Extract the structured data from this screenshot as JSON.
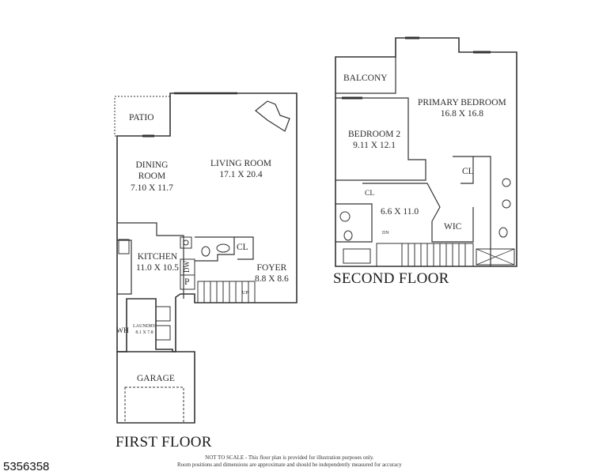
{
  "first_floor": {
    "title": "FIRST FLOOR",
    "rooms": {
      "patio": "PATIO",
      "dining_name": "DINING",
      "dining_name2": "ROOM",
      "dining_dims": "7.10 X 11.7",
      "living_name": "LIVING ROOM",
      "living_dims": "17.1 X 20.4",
      "kitchen_name": "KITCHEN",
      "kitchen_dims": "11.0 X 10.5",
      "dw": "DW",
      "pantry": "P",
      "closet": "CL",
      "foyer_name": "FOYER",
      "foyer_dims": "8.8 X 8.6",
      "laundry_name": "LAUNDRY",
      "laundry_dims": "8.1 X 7.8",
      "water_heater": "WH",
      "garage": "GARAGE",
      "stair_mark": "UP"
    }
  },
  "second_floor": {
    "title": "SECOND FLOOR",
    "rooms": {
      "balcony": "BALCONY",
      "primary_name": "PRIMARY BEDROOM",
      "primary_dims": "16.8 X 16.8",
      "bedroom2_name": "BEDROOM 2",
      "bedroom2_dims": "9.11 X 12.1",
      "closet_a": "CL",
      "closet_b": "CL",
      "loft_dims": "6.6 X 11.0",
      "wic": "WIC",
      "stair_mark": "DN"
    }
  },
  "footer": {
    "note_line1": "NOT TO SCALE - This floor plan is provided for illustration purposes only.",
    "note_line2": "Room positions and dimensions are approximate and should be independently measured for accuracy",
    "listing_id": "5356358"
  }
}
